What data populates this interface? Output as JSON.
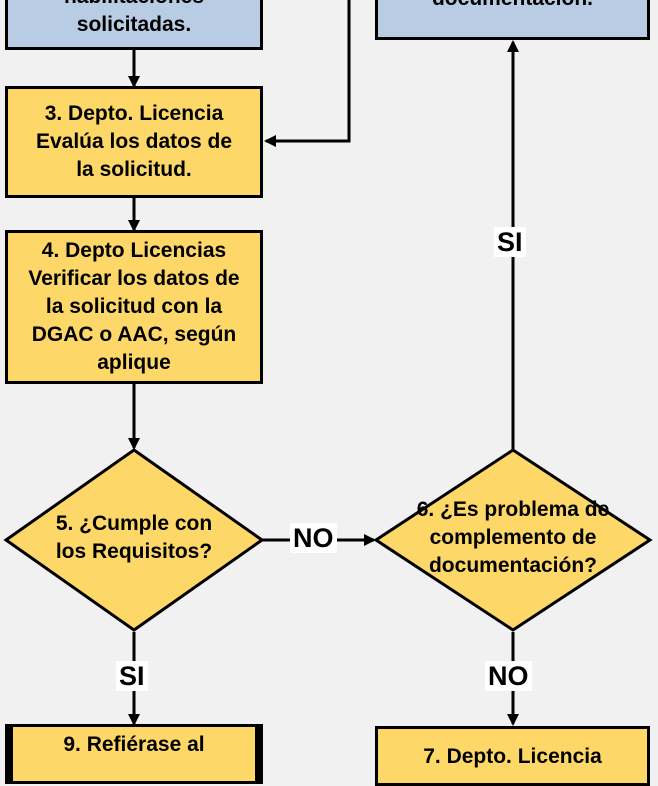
{
  "nodes": {
    "step_2": {
      "text": "habilitaciones\nsolicitadas."
    },
    "step_3": {
      "text": "3. Depto. Licencia\nEvalúa los datos de\nla solicitud."
    },
    "step_4": {
      "text": "4. Depto Licencias\nVerificar los datos de\nla solicitud con la\nDGAC o AAC, según\naplique"
    },
    "decision_5": {
      "text": "5. ¿Cumple con\nlos Requisitos?"
    },
    "decision_6": {
      "text": "6. ¿Es problema de\ncomplemento de\ndocumentación?"
    },
    "top_right": {
      "text": "documentación."
    },
    "step_9": {
      "text": "9. Refiérase al"
    },
    "step_7": {
      "text": "7. Depto. Licencia"
    }
  },
  "edge_labels": {
    "si_up": "SI",
    "no_right": "NO",
    "si_down": "SI",
    "no_down": "NO"
  },
  "colors": {
    "blue_box": "#b8cce4",
    "yellow_box": "#fdd868",
    "background": "#f1f1f1",
    "stroke": "#000000"
  }
}
